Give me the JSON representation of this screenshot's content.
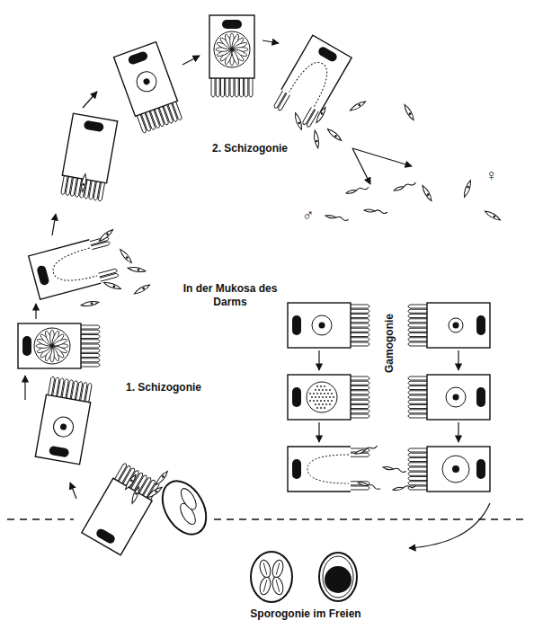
{
  "diagram": {
    "labels": [
      "2. Schizogonie",
      "♂",
      "♀",
      "In der Mukosa des Darms",
      "Gamogonie",
      "1. Schizogonie",
      "Sporogonie im Freien"
    ]
  }
}
